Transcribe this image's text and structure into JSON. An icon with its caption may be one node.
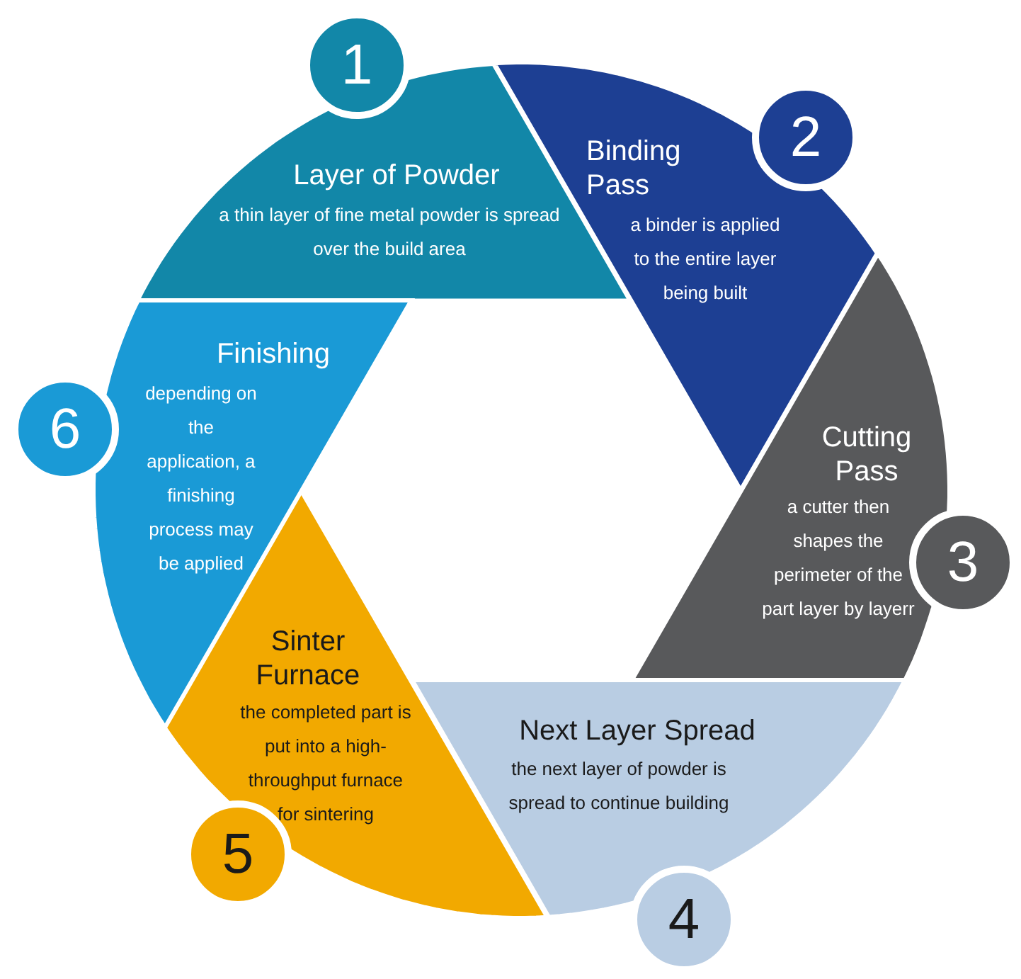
{
  "diagram": {
    "nodes": [
      {
        "text": [
          "Layer of Powder",
          "a thin layer of fine metal powder is spread over the build area"
        ]
      },
      {
        "text": [
          "1"
        ]
      },
      {
        "text": [
          "Binding Pass",
          "a binder is applied to the entire layer being built"
        ]
      },
      {
        "text": [
          "2"
        ]
      },
      {
        "text": [
          "Cutting Pass",
          "a cutter then shapes the perimeter of the part layer by layerr"
        ]
      },
      {
        "text": [
          "3"
        ]
      },
      {
        "text": [
          "Next Layer Spread",
          "the next layer of powder is spread to continue building"
        ]
      },
      {
        "text": [
          "4"
        ]
      },
      {
        "text": [
          "Sinter Furnace",
          "the completed part is put into a high-throughput furnace for sintering"
        ]
      },
      {
        "text": [
          "5"
        ]
      },
      {
        "text": [
          "Finishing",
          "depending on the application, a finishing process may be applied"
        ]
      },
      {
        "text": [
          "6"
        ]
      }
    ],
    "edges": []
  }
}
